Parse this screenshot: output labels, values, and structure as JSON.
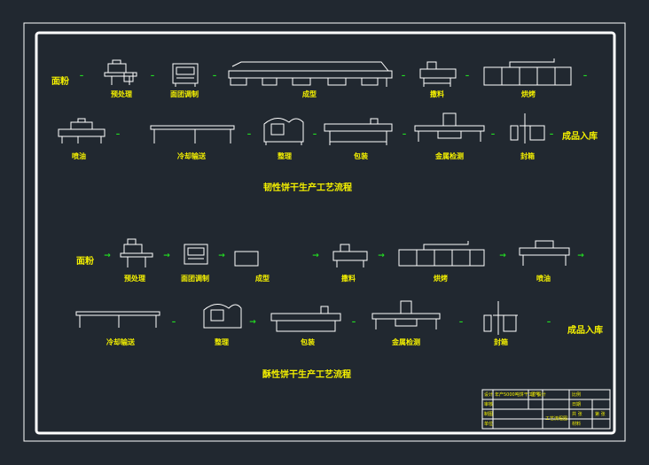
{
  "process_a": {
    "title": "韧性饼干生产工艺流程",
    "row1": [
      "面粉",
      "预处理",
      "面团调制",
      "成型",
      "撒料",
      "烘烤"
    ],
    "row2": [
      "喷油",
      "冷却输送",
      "整理",
      "包装",
      "金属检测",
      "封箱",
      "成品入库"
    ]
  },
  "process_b": {
    "title": "酥性饼干生产工艺流程",
    "row1": [
      "面粉",
      "预处理",
      "面团调制",
      "成型",
      "撒料",
      "烘烤",
      "喷油"
    ],
    "row2": [
      "冷却输送",
      "整理",
      "包装",
      "金属检测",
      "封箱",
      "成品入库"
    ]
  },
  "title_block": {
    "r1c1": "设计",
    "project": "年产5000吨饼干工厂设计",
    "fig_no": "图号",
    "r1c5": "比例",
    "r2c1": "审核",
    "r2c5": "日期",
    "r3c1": "制图",
    "drawing_name": "工艺流程图",
    "r3c5": "共 张",
    "r3c6": "第 张",
    "r4c1": "单位",
    "r4c5": "材料"
  },
  "colors": {
    "background": "#212830",
    "frame": "#ffffff",
    "label": "#f4f000",
    "arrow": "#22dd22"
  }
}
